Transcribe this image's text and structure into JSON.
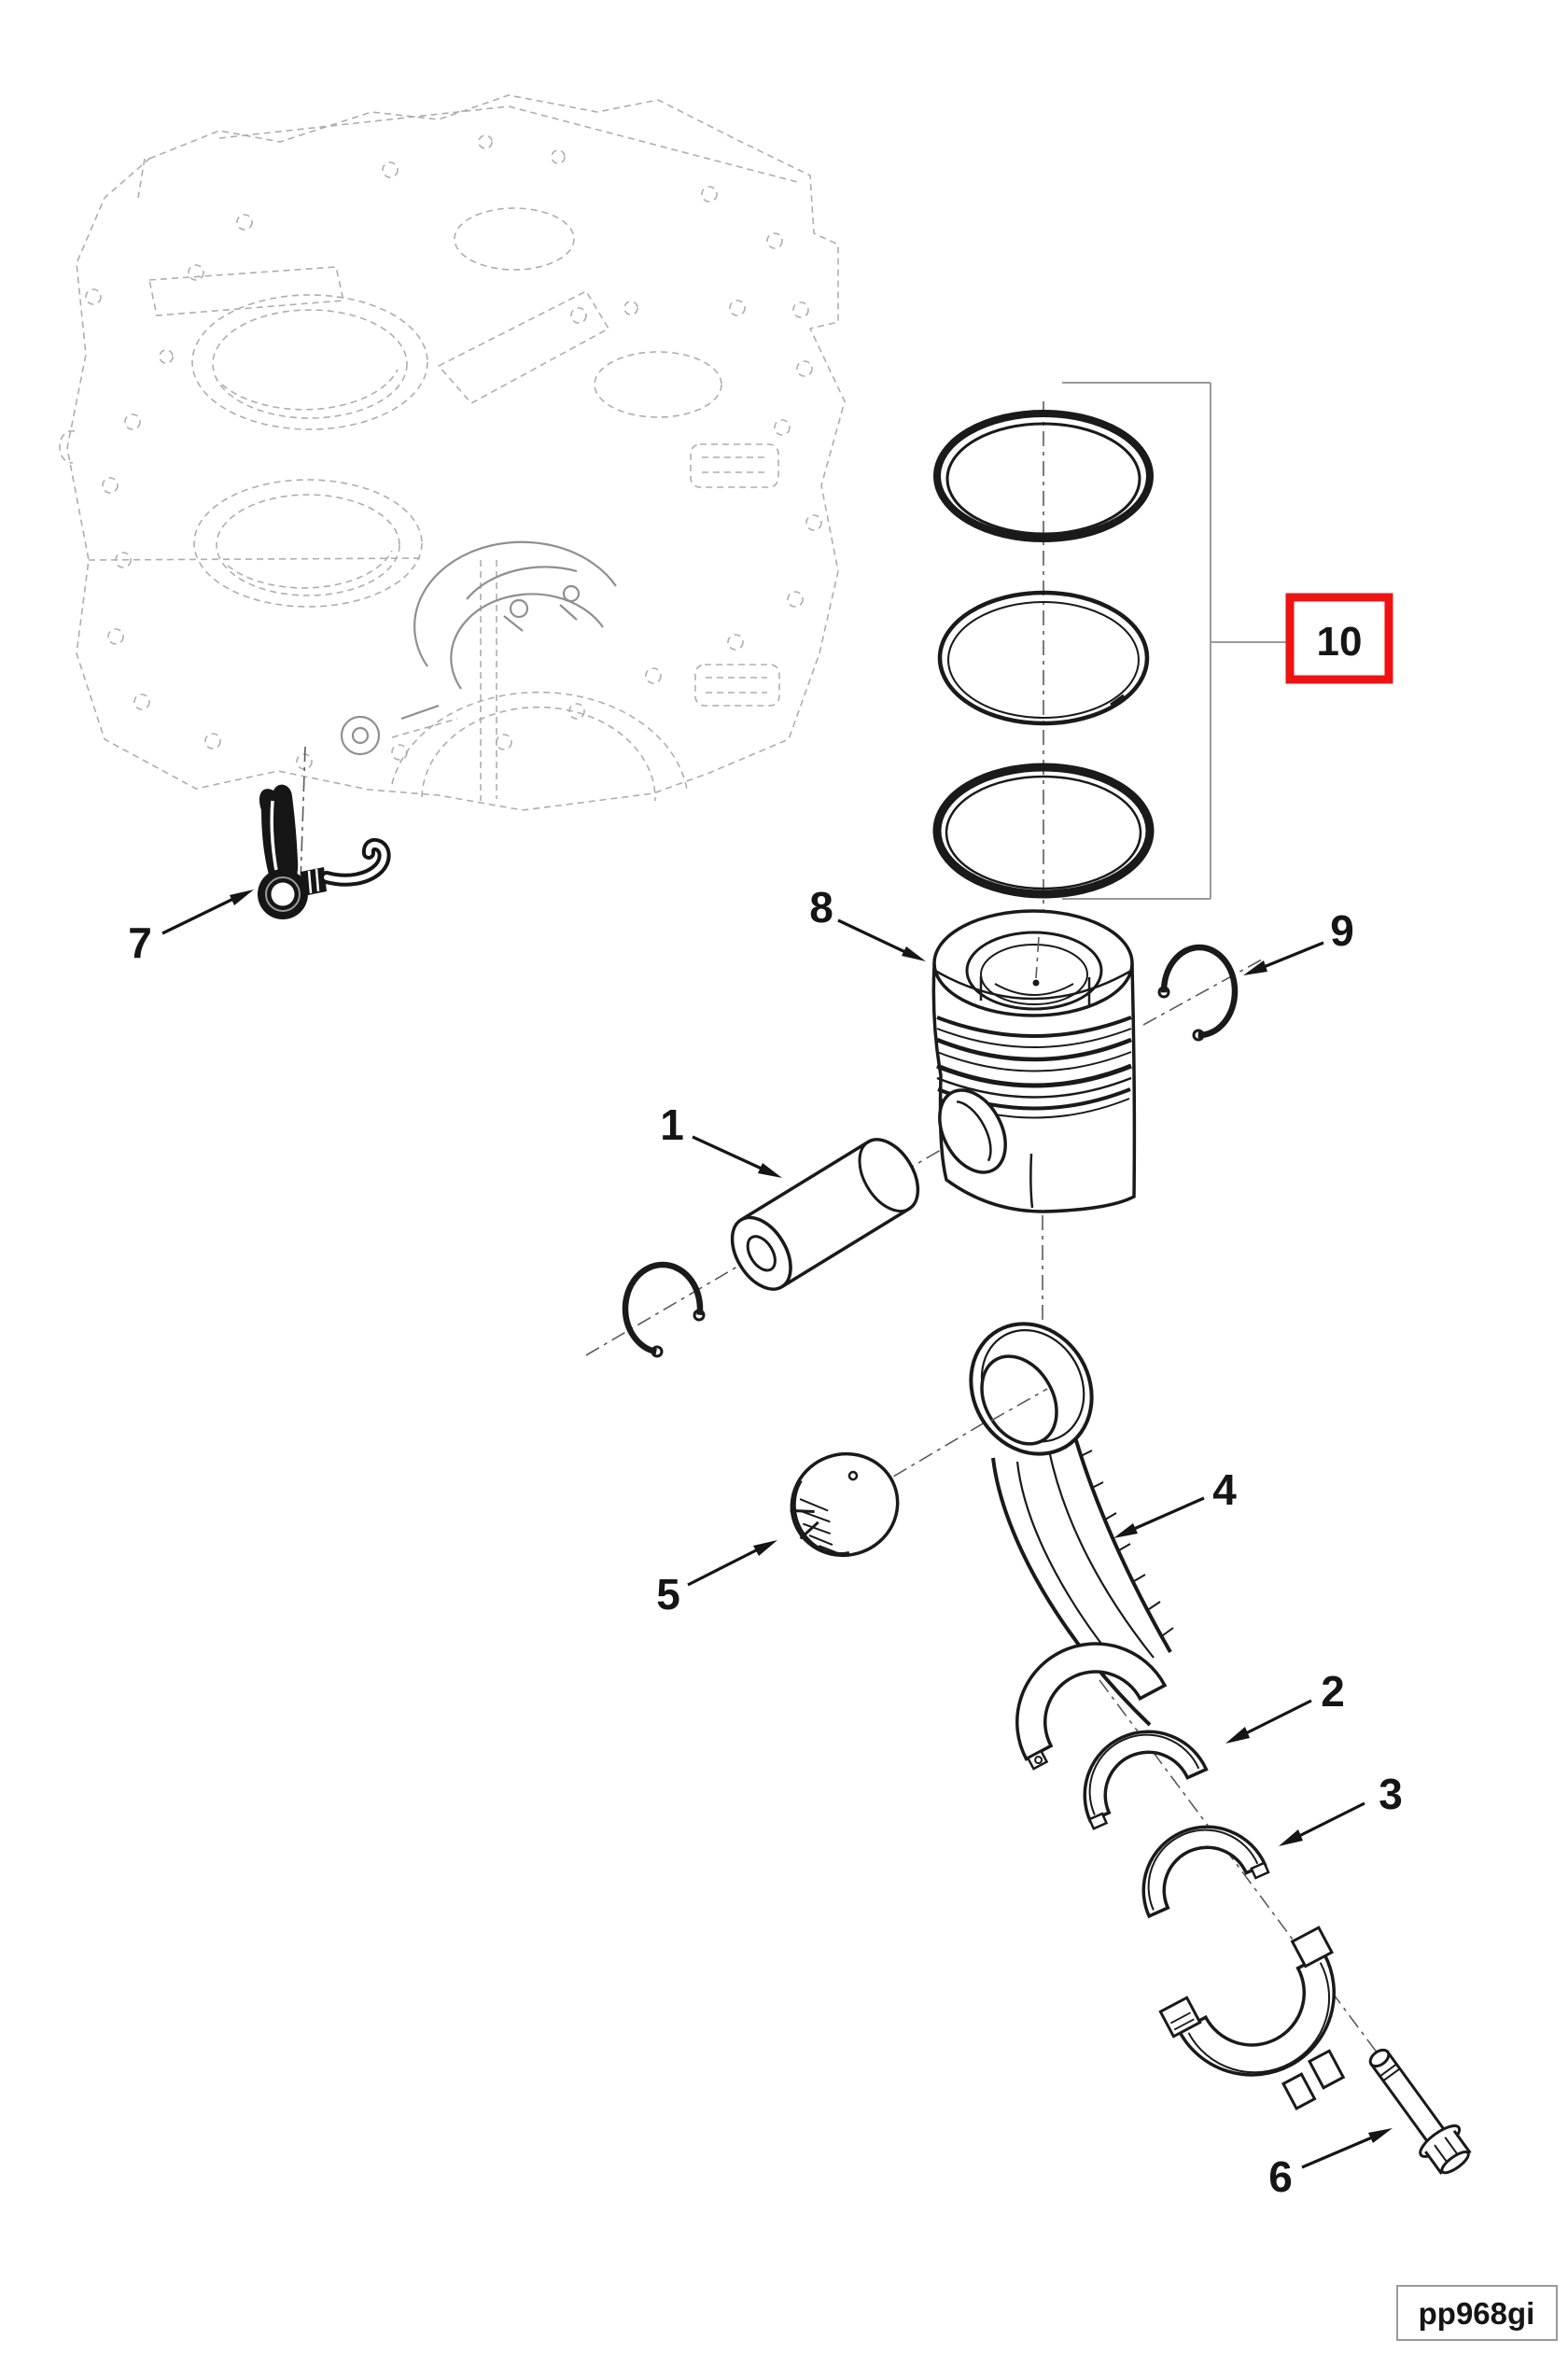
{
  "diagram": {
    "part_code": "pp968gi",
    "callouts": {
      "c1": {
        "label": "1"
      },
      "c2": {
        "label": "2"
      },
      "c3": {
        "label": "3"
      },
      "c4": {
        "label": "4"
      },
      "c5": {
        "label": "5"
      },
      "c6": {
        "label": "6"
      },
      "c7": {
        "label": "7"
      },
      "c8": {
        "label": "8"
      },
      "c9": {
        "label": "9"
      },
      "c10": {
        "label": "10",
        "highlighted": true
      }
    },
    "colors": {
      "ink": "#1a1a1a",
      "faint_sketch": "#aeaeae",
      "leader_gray": "#9a9a9a",
      "highlight_red": "#ee1212"
    }
  }
}
